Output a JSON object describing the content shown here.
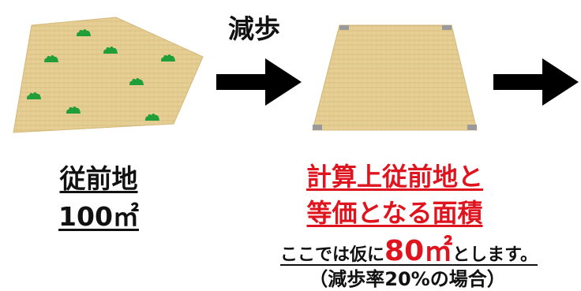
{
  "step_label": "減歩",
  "before": {
    "title": "従前地",
    "area": "100㎡"
  },
  "after": {
    "heading_line1": "計算上従前地と",
    "heading_line2": "等価となる面積",
    "note_prefix": "ここでは仮に",
    "note_value": "80㎡",
    "note_suffix": "とします。",
    "note_paren": "（減歩率20%の場合）"
  },
  "colors": {
    "land_fill": "#e6cf94",
    "land_texture": "#c9a763",
    "grass": "#1f9e3a",
    "corner_marker": "#9a9a9a",
    "highlight": "#e0141e",
    "arrow": "#000000"
  },
  "icons": [
    "right-arrow-icon",
    "grass-tuft-icon",
    "corner-stake-icon"
  ]
}
